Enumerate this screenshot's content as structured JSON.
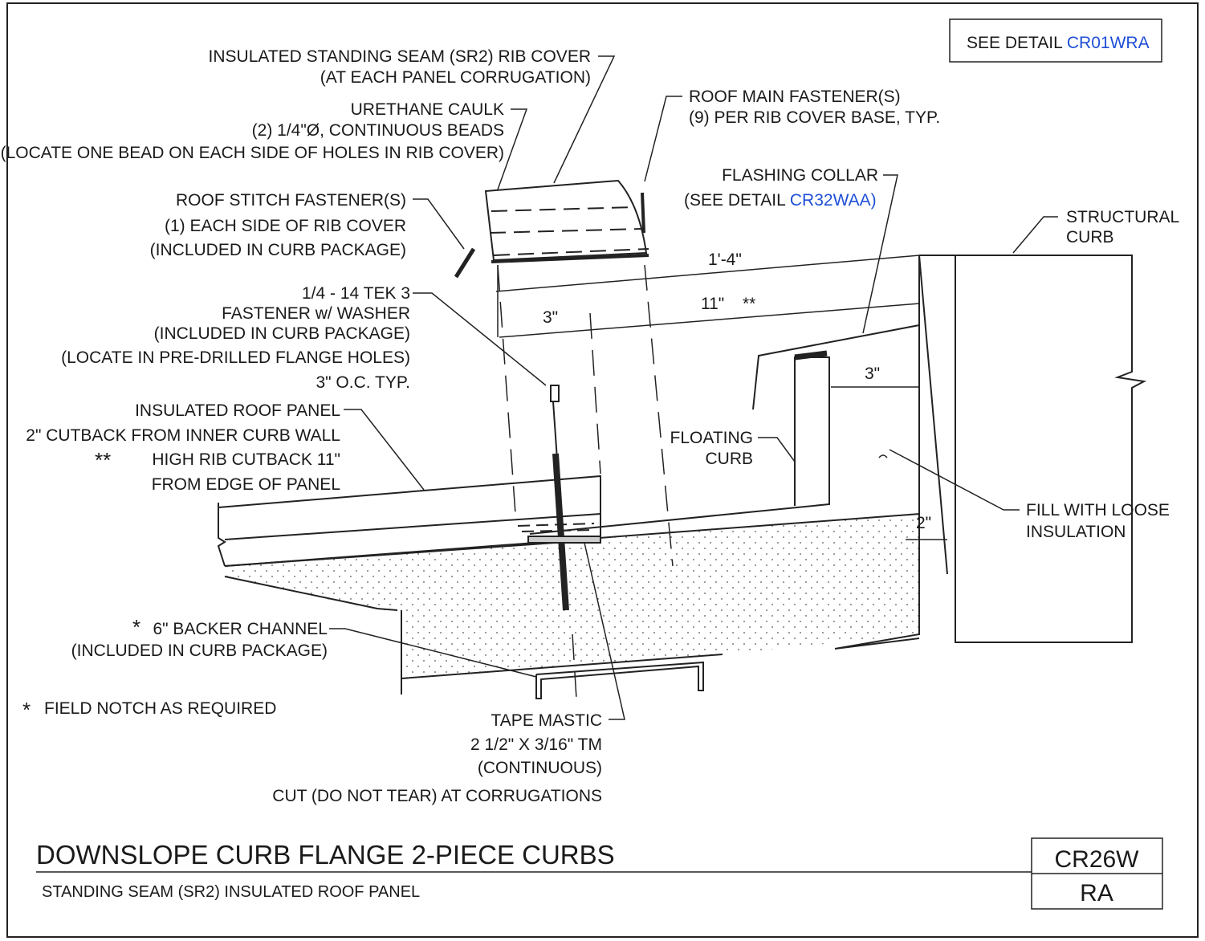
{
  "see_detail": {
    "prefix": "SEE DETAIL",
    "ref": "CR01WRA"
  },
  "callouts": {
    "rib_cover": [
      "INSULATED STANDING SEAM (SR2) RIB COVER",
      "(AT EACH PANEL CORRUGATION)"
    ],
    "caulk": [
      "URETHANE CAULK",
      "(2) 1/4\"Ø, CONTINUOUS BEADS",
      "(LOCATE ONE BEAD ON EACH SIDE OF HOLES IN RIB COVER)"
    ],
    "stitch": [
      "ROOF STITCH FASTENER(S)",
      "(1) EACH SIDE OF RIB COVER",
      "(INCLUDED IN CURB PACKAGE)"
    ],
    "main_fastener": [
      "ROOF MAIN FASTENER(S)",
      "(9) PER RIB COVER BASE, TYP."
    ],
    "flashing_collar": {
      "line1": "FLASHING COLLAR",
      "prefix": "(SEE DETAIL",
      "ref": "CR32WAA)"
    },
    "structural_curb": [
      "STRUCTURAL",
      "CURB"
    ],
    "tek": [
      "1/4 - 14 TEK 3",
      "FASTENER w/ WASHER",
      "(INCLUDED IN CURB PACKAGE)",
      "(LOCATE IN PRE-DRILLED FLANGE HOLES)",
      "3\" O.C. TYP."
    ],
    "roof_panel": [
      "INSULATED ROOF PANEL",
      "2\" CUTBACK FROM INNER CURB WALL"
    ],
    "high_rib": {
      "stars": "**",
      "lines": [
        "HIGH RIB CUTBACK 11\"",
        "FROM EDGE OF PANEL"
      ]
    },
    "floating_curb": [
      "FLOATING",
      "CURB"
    ],
    "loose_insulation": [
      "FILL WITH LOOSE",
      "INSULATION"
    ],
    "backer": {
      "star": "*",
      "lines": [
        "6\" BACKER CHANNEL",
        "(INCLUDED IN CURB PACKAGE)"
      ]
    },
    "field_notch": {
      "star": "*",
      "text": "FIELD NOTCH AS REQUIRED"
    },
    "tape_mastic": [
      "TAPE MASTIC",
      "2 1/2\" X 3/16\" TM",
      "(CONTINUOUS)",
      "CUT (DO NOT TEAR) AT CORRUGATIONS"
    ]
  },
  "dimensions": {
    "overall": "1'-4\"",
    "rib_cutback": "11\"",
    "rib_cutback_mark": "**",
    "left_offset": "3\"",
    "collar_gap": "3\"",
    "wall_gap": "2\""
  },
  "title_block": {
    "title": "DOWNSLOPE CURB FLANGE 2-PIECE CURBS",
    "subtitle": "STANDING SEAM (SR2) INSULATED ROOF PANEL",
    "detail_code": "CR26W",
    "detail_suffix": "RA"
  }
}
